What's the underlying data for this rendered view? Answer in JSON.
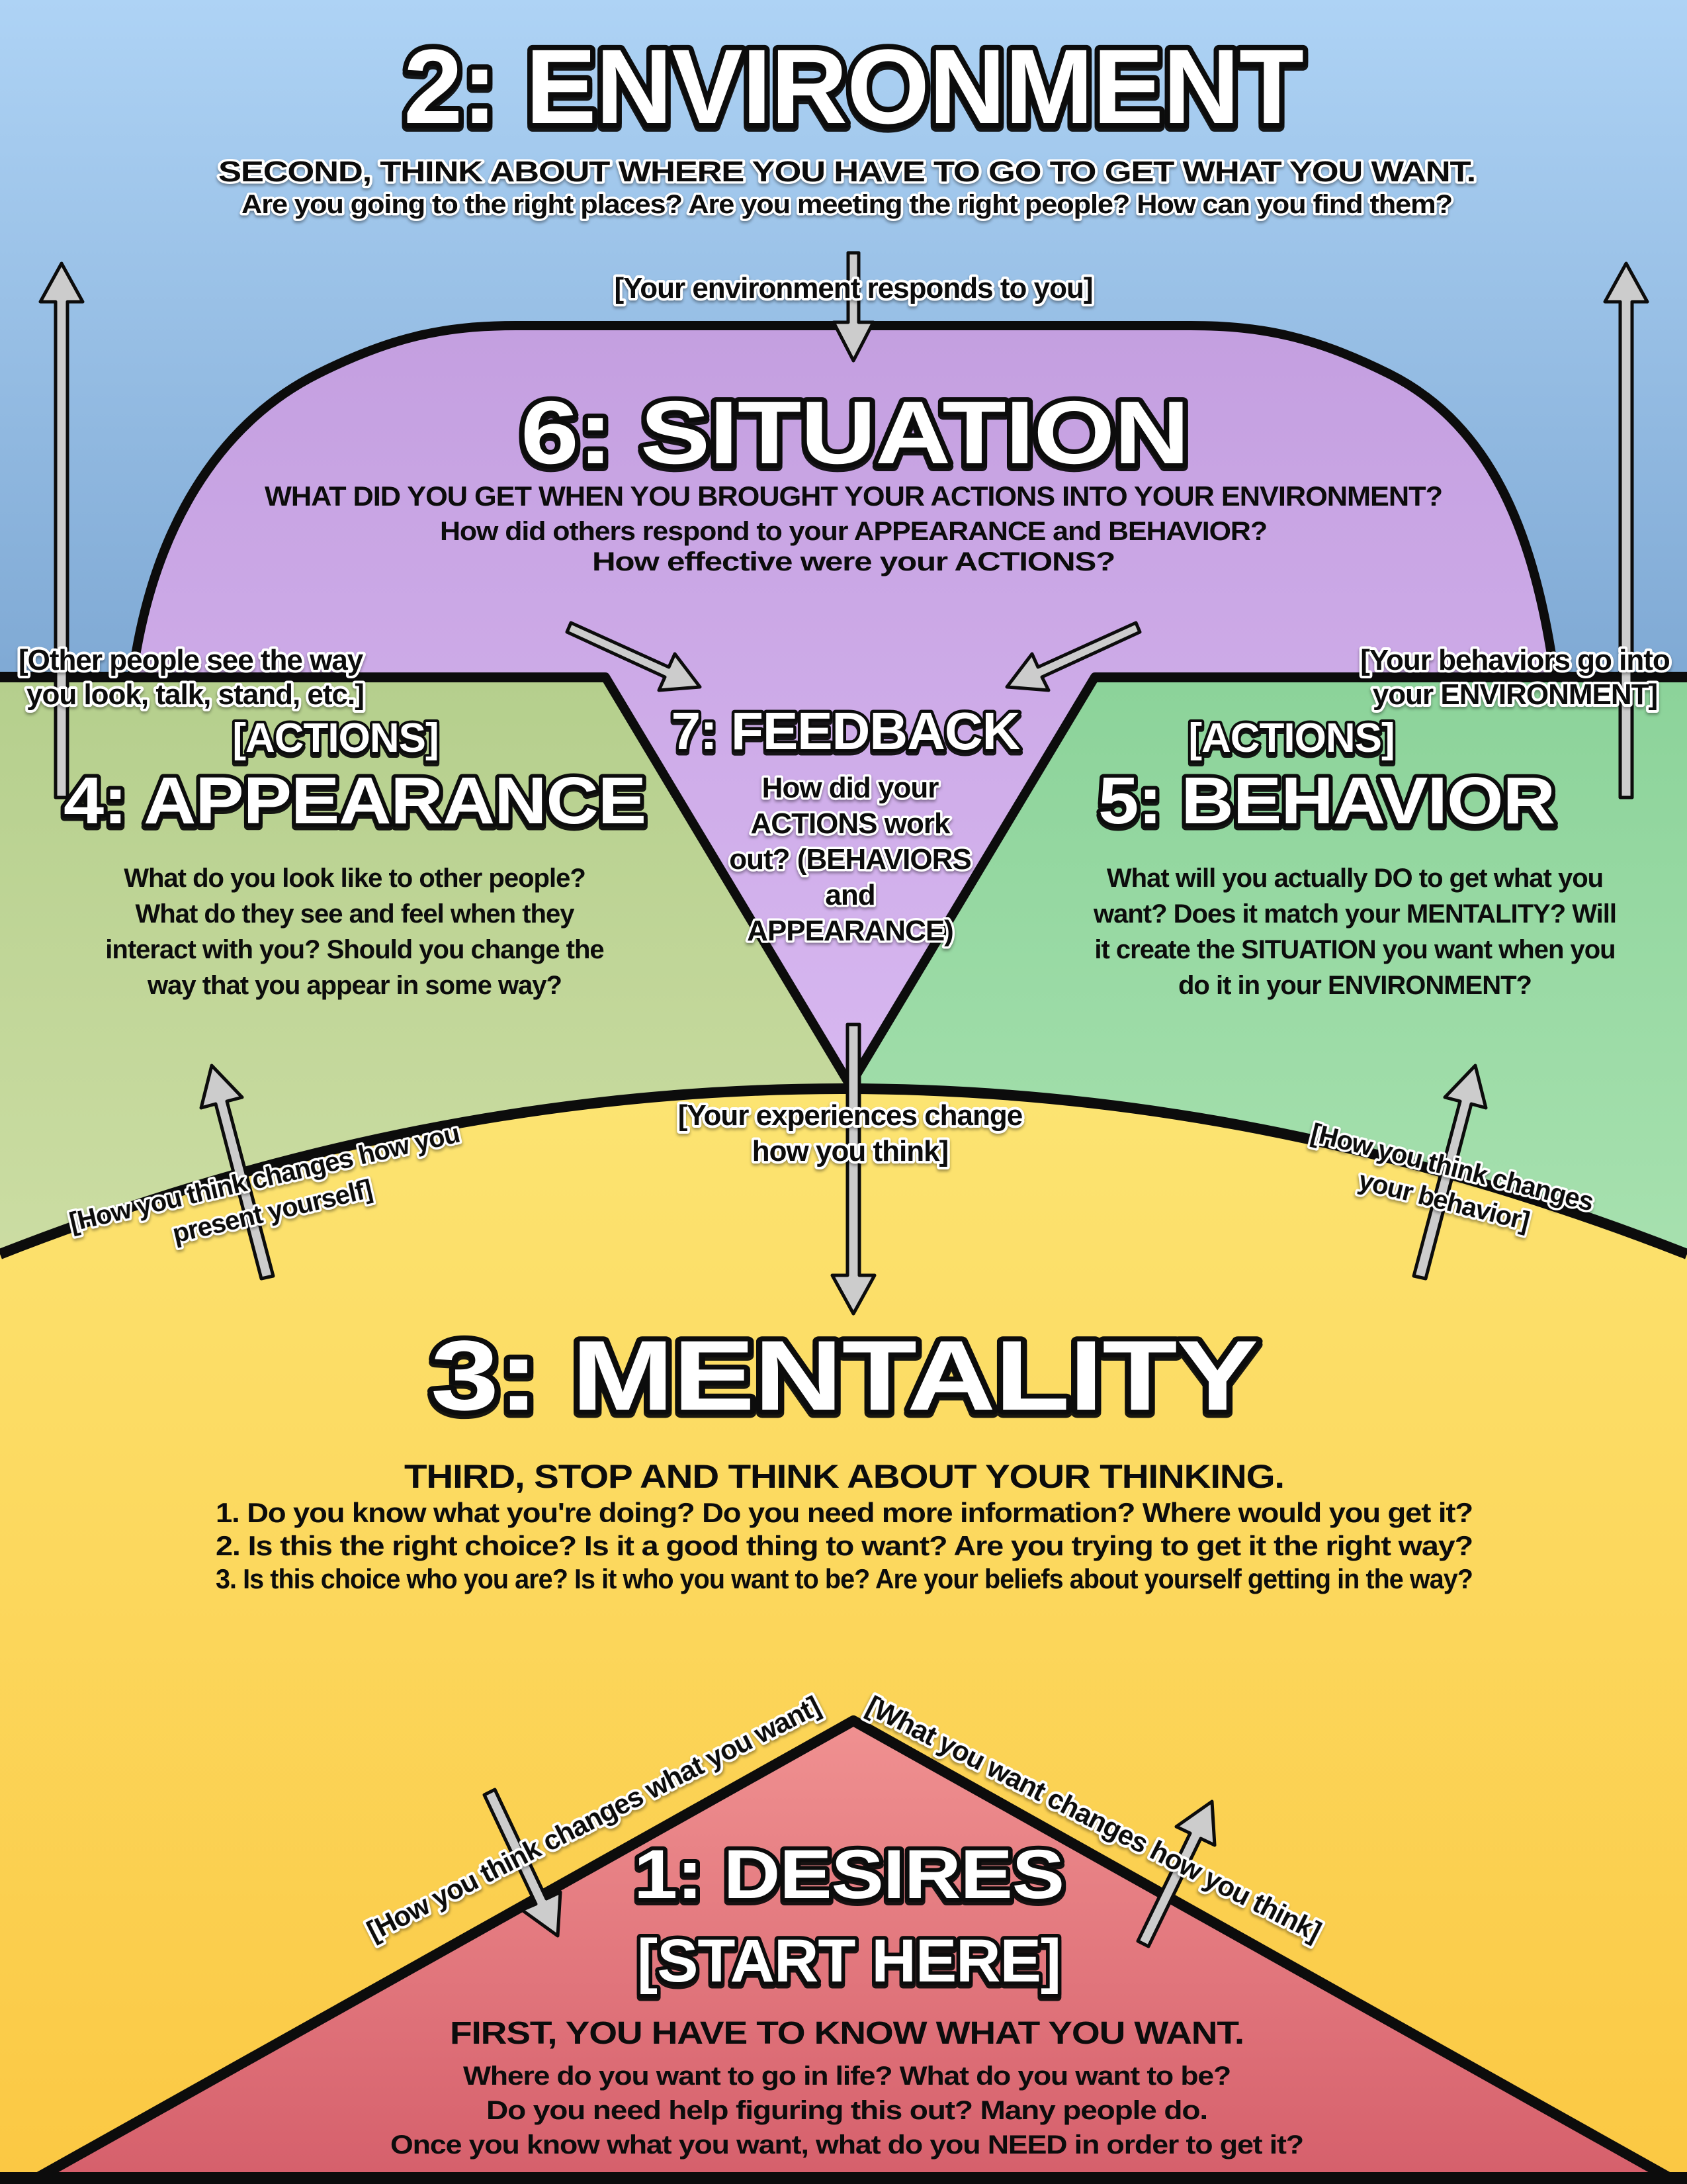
{
  "colors": {
    "sky_top": "#aed3f5",
    "sky_bottom": "#7fa9d4",
    "purple_top": "#c49fe0",
    "purple_bottom": "#d7b7f0",
    "appearance_green_top": "#b5cf8d",
    "appearance_green_bottom": "#cfdfa6",
    "behavior_green_top": "#8cd39a",
    "behavior_green_bottom": "#abe3b2",
    "yellow_top": "#fce472",
    "yellow_bottom": "#fbc843",
    "pink_top": "#f09191",
    "pink_bottom": "#d55f6b",
    "outline_black": "#0c0c0c",
    "arrow_gray": "#cccccc"
  },
  "environment": {
    "title": "2: ENVIRONMENT",
    "subtitle": "SECOND, THINK ABOUT WHERE YOU HAVE TO GO TO GET WHAT YOU WANT.",
    "subtext": "Are you going to the right places? Are you meeting the right people? How can you find them?"
  },
  "situation": {
    "title": "6: SITUATION",
    "line1": "WHAT DID YOU GET WHEN YOU BROUGHT YOUR ACTIONS INTO YOUR ENVIRONMENT?",
    "line2": "How did others respond to your APPEARANCE and BEHAVIOR?",
    "line3": "How effective were your ACTIONS?"
  },
  "feedback": {
    "title": "7: FEEDBACK",
    "body": [
      "How did your",
      "ACTIONS work",
      "out? (BEHAVIORS",
      "and",
      "APPEARANCE)"
    ]
  },
  "appearance": {
    "actions_tag": "[ACTIONS]",
    "title": "4: APPEARANCE",
    "body": [
      "What do you look like to other people?",
      "What do they see and feel when they",
      "interact with you? Should you change the",
      "way that you appear in some way?"
    ]
  },
  "behavior": {
    "actions_tag": "[ACTIONS]",
    "title": "5: BEHAVIOR",
    "body": [
      "What will you actually DO to get what you",
      "want? Does it match your MENTALITY? Will",
      "it create the SITUATION you want when you",
      "do it in your ENVIRONMENT?"
    ]
  },
  "mentality": {
    "title": "3: MENTALITY",
    "subtitle": "THIRD, STOP AND THINK ABOUT YOUR THINKING.",
    "points": [
      "1. Do you know what you're doing? Do you need more information? Where would you get it?",
      "2. Is this the right choice? Is it a good thing to want? Are you trying to get it the right way?",
      "3. Is this choice who you are? Is it who you want to be? Are your beliefs about yourself getting in the way?"
    ]
  },
  "desires": {
    "title": "1: DESIRES",
    "start_here": "[START HERE]",
    "subtitle": "FIRST, YOU HAVE TO KNOW WHAT YOU WANT.",
    "body": [
      "Where do you want to go in life? What do you want to be?",
      "Do you need help figuring this out? Many people do.",
      "Once you know what you want, what do you NEED in order to get it?"
    ]
  },
  "arrow_labels": {
    "environment_responds": "[Your environment responds to you]",
    "other_people": [
      "[Other people see the way",
      "you look, talk, stand, etc.]"
    ],
    "behaviors_into_environment": [
      "[Your behaviors go into",
      "your ENVIRONMENT]"
    ],
    "experiences_change": [
      "[Your experiences change",
      "how you think]"
    ],
    "think_changes_presentation": [
      "[How you think changes how you",
      "present yourself]"
    ],
    "think_changes_behavior": [
      "[How you think changes",
      "your behavior]"
    ],
    "think_changes_want": "[How you think changes what you want]",
    "want_changes_think": "[What you want changes how you think]"
  }
}
